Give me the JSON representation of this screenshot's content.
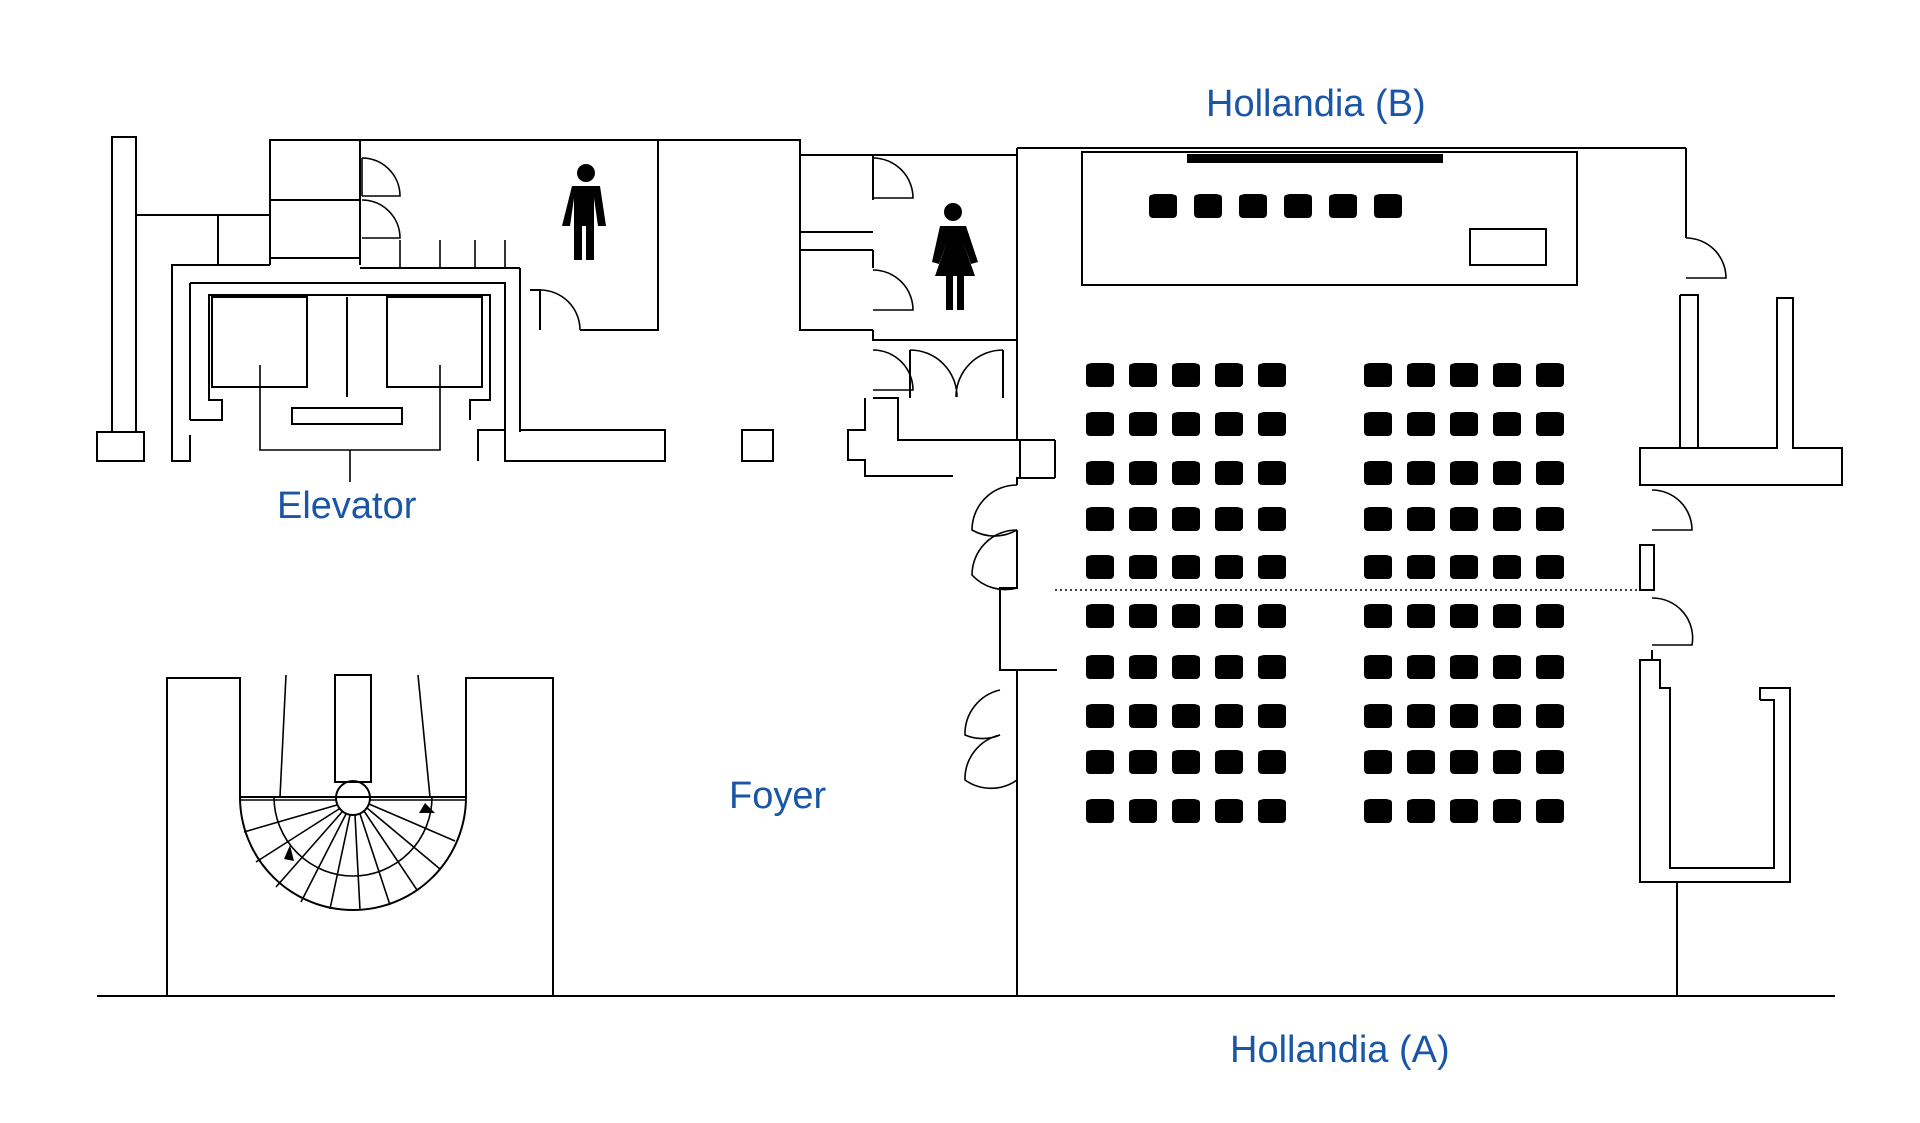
{
  "labels": {
    "hollandia_b": "Hollandia (B)",
    "hollandia_a": "Hollandia (A)",
    "elevator": "Elevator",
    "foyer": "Foyer"
  },
  "icons": [
    "male-restroom-icon",
    "female-restroom-icon",
    "stair-arrow-icon"
  ],
  "colors": {
    "label": "#1a56a6",
    "lines": "#000000",
    "background": "#ffffff"
  }
}
